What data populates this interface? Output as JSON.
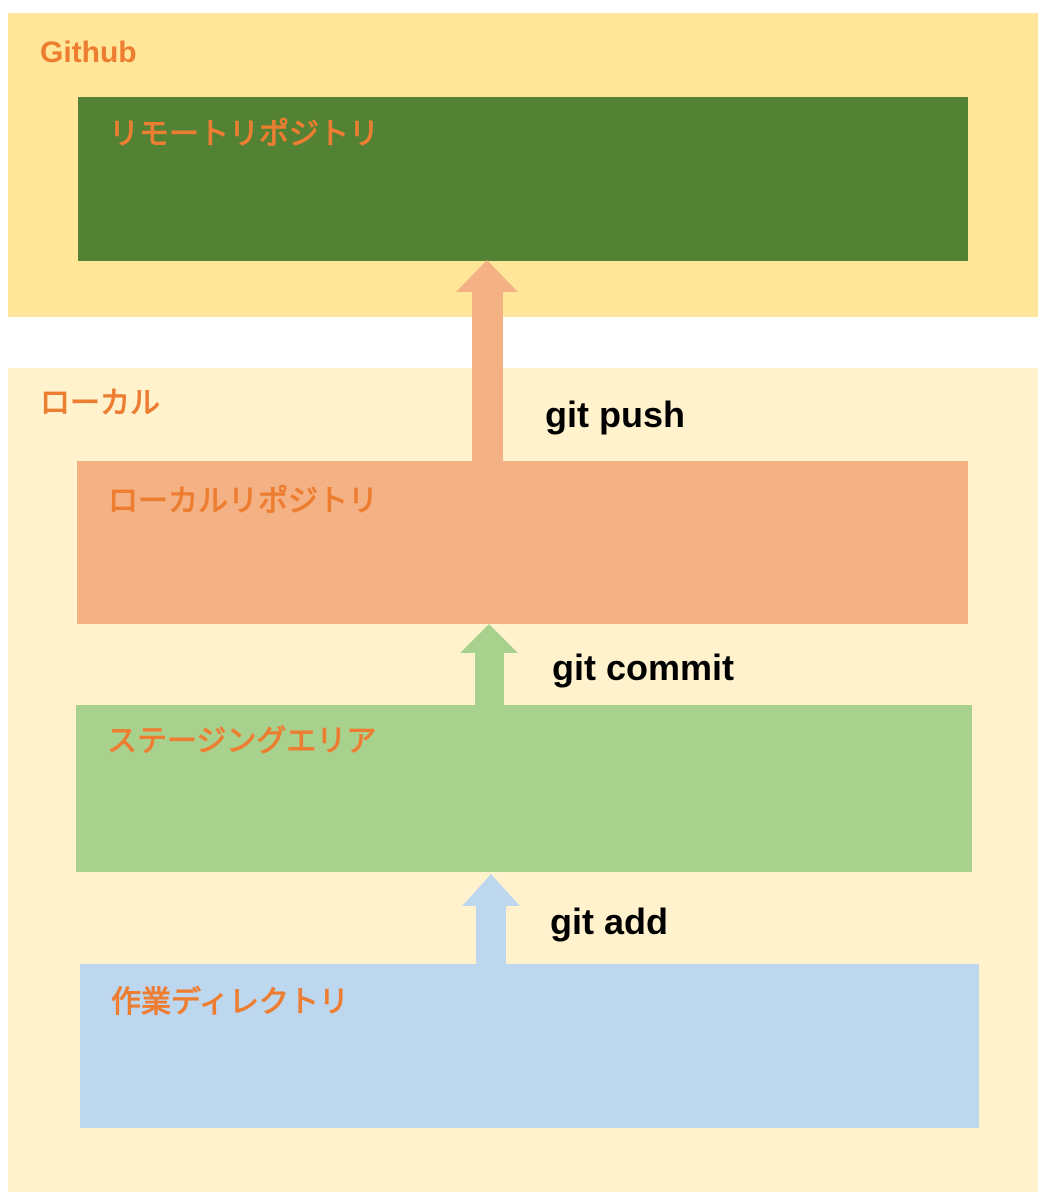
{
  "diagram_title": "git workflow diagram",
  "colors": {
    "page_bg": "#FFFFFF",
    "github_section_bg": "#FFE699",
    "local_section_bg": "#FFF2CC",
    "remote_repo_bg": "#548235",
    "local_repo_bg": "#F4B183",
    "staging_area_bg": "#A9D18E",
    "working_directory_bg": "#BDD7EE",
    "label_text": "#ED7D31",
    "command_text": "#000000"
  },
  "sections": {
    "github": {
      "label": "Github"
    },
    "local": {
      "label": "ローカル"
    }
  },
  "boxes": {
    "remote_repo": {
      "label": "リモートリポジトリ"
    },
    "local_repo": {
      "label": "ローカルリポジトリ"
    },
    "staging_area": {
      "label": "ステージングエリア"
    },
    "working_directory": {
      "label": "作業ディレクトリ"
    }
  },
  "arrows": {
    "push": {
      "label": "git push",
      "color": "#F4B183",
      "from": "local_repo",
      "to": "remote_repo"
    },
    "commit": {
      "label": "git commit",
      "color": "#A9D18E",
      "from": "staging_area",
      "to": "local_repo"
    },
    "add": {
      "label": "git add",
      "color": "#BDD7EE",
      "from": "working_directory",
      "to": "staging_area"
    }
  }
}
